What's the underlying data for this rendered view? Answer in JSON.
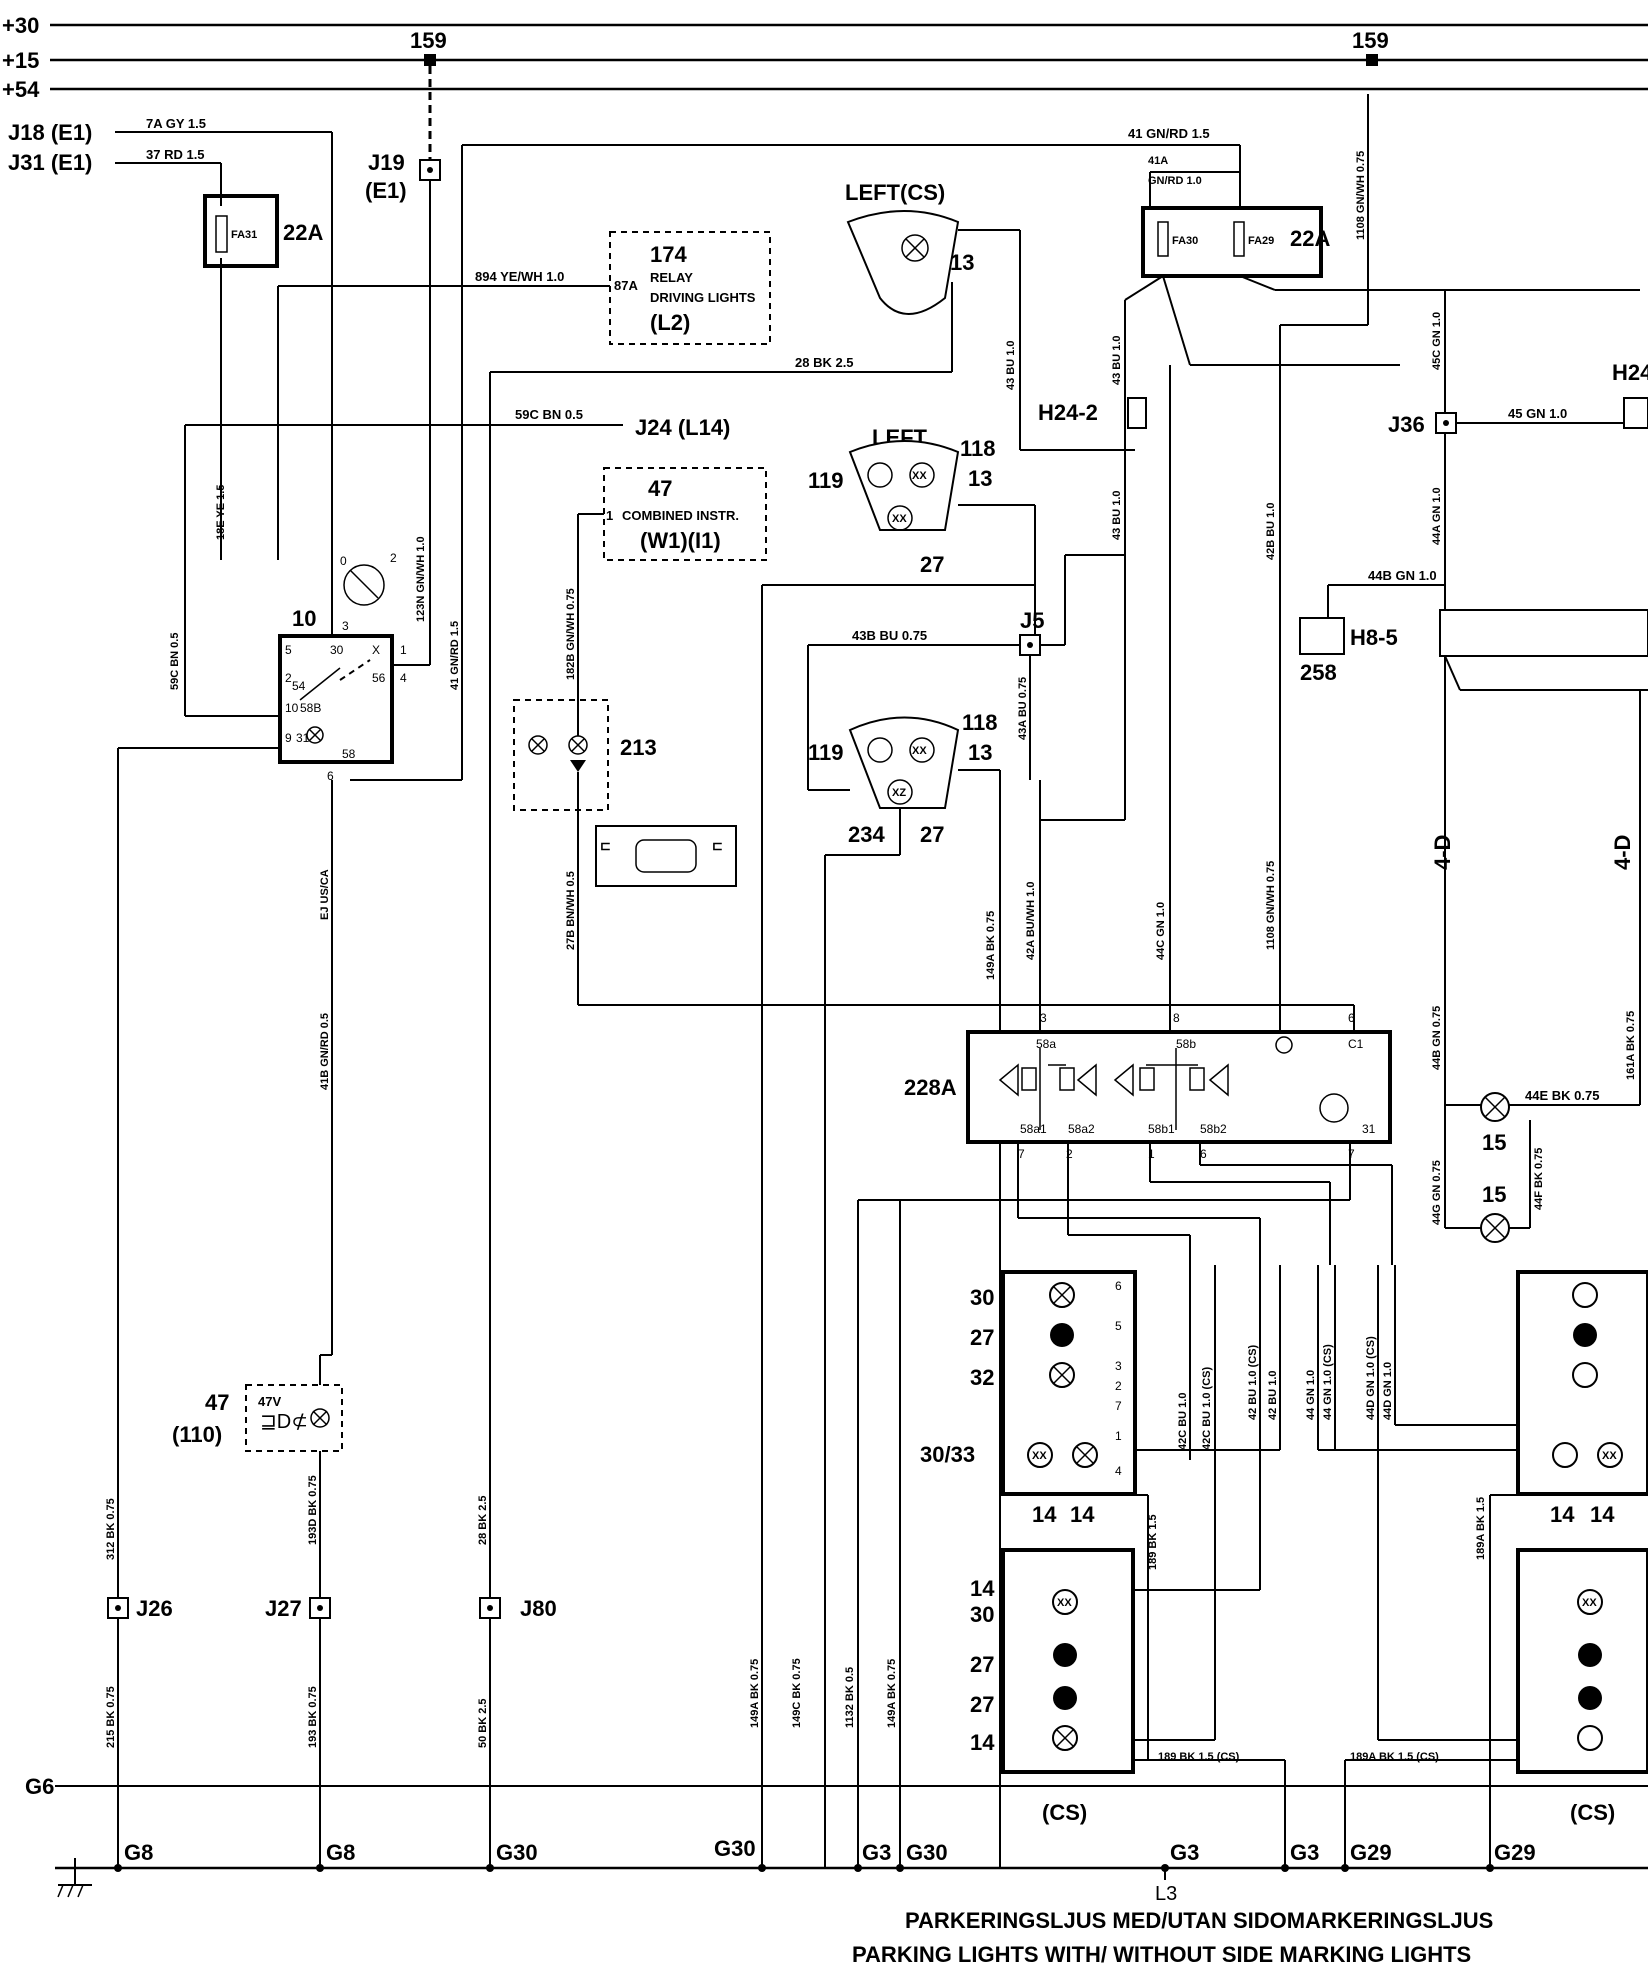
{
  "buses": {
    "b30": "+30",
    "b15": "+15",
    "b54": "+54"
  },
  "top_refs": {
    "left": "159",
    "right": "159"
  },
  "connectors": {
    "j18": "J18 (E1)",
    "j31": "J31 (E1)",
    "j19": "J19",
    "j19e": "(E1)",
    "j24": "J24 (L14)",
    "j36": "J36",
    "j5": "J5",
    "h24_2": "H24-2",
    "h24": "H24",
    "h8_5": "H8-5",
    "n258": "258",
    "j26": "J26",
    "j27": "J27",
    "j80": "J80",
    "g6": "G6"
  },
  "components": {
    "fa31": "FA31",
    "fa31_amp": "22A",
    "fa30": "FA30",
    "fa29": "FA29",
    "fa2930_amp": "22A",
    "relay_num": "174",
    "relay_pin": "87A",
    "relay_l1": "RELAY",
    "relay_l2": "DRIVING LIGHTS",
    "relay_loc": "(L2)",
    "instr_num": "47",
    "instr_pin": "1",
    "instr_name": "COMBINED INSTR.",
    "instr_loc": "(W1)(I1)",
    "sw_num": "10",
    "n213": "213",
    "n228a": "228A",
    "left_cs": "LEFT(CS)",
    "left": "LEFT",
    "n13": "13",
    "n118": "118",
    "n119": "119",
    "n27": "27",
    "n234": "234",
    "n15": "15",
    "n47v": "47V",
    "n47": "47",
    "n110": "(110)",
    "fd_dash": "4-D",
    "lamp_30": "30",
    "lamp_27": "27",
    "lamp_32": "32",
    "lamp_3033": "30/33",
    "lamp_14": "14",
    "lamp_1430": "30",
    "cs": "(CS)"
  },
  "wires": {
    "w7a": "7A GY 1.5",
    "w37": "37 RD 1.5",
    "w894": "894 YE/WH 1.0",
    "w28": "28 BK 2.5",
    "w59c": "59C BN 0.5",
    "w41": "41 GN/RD 1.5",
    "w41a": "41A",
    "w41a2": "GN/RD 1.0",
    "w45": "45 GN 1.0",
    "w44b": "44B GN 1.0",
    "w43b": "43B BU 0.75",
    "w44e": "44E BK 0.75",
    "w189": "189 BK 1.5 (CS)",
    "w189a": "189A BK 1.5 (CS)"
  },
  "vlabels": {
    "v1108": "1108 GN/WH 0.75",
    "v43a": "43 BU 1.0",
    "v43b": "43 BU 1.0",
    "v43c": "43 BU 1.0",
    "v45c": "45C GN 1.0",
    "v44a": "44A GN 1.0",
    "v42b": "42B BU 1.0",
    "v18e": "18E YE 1.5",
    "v59b": "59C BN 0.5",
    "v123": "123N GN/WH 1.0",
    "v41n": "41 GN/RD 1.5",
    "v182b": "182B GN/WH 0.75",
    "v27b": "27B BN/WH 0.5",
    "v43a2": "43A BU 0.75",
    "v41b": "41B GN/RD 0.5",
    "vej": "EJ US/CA",
    "v149a": "149A BK 0.75",
    "v42a": "42A BU/WH 1.0",
    "v44c": "44C GN 1.0",
    "v1108b": "1108 GN/WH 0.75",
    "v44b": "44B GN 0.75",
    "v161a": "161A BK 0.75",
    "v44g": "44G GN 0.75",
    "v44f": "44F BK 0.75",
    "v42c": "42C BU 1.0",
    "v42cs": "42C BU 1.0 (CS)",
    "v42": "42 BU 1.0 (CS)",
    "v42x": "42 BU 1.0",
    "v44": "44 GN 1.0",
    "v44cs": "44 GN 1.0 (CS)",
    "v44d": "44D GN 1.0 (CS)",
    "v44dx": "44D GN 1.0",
    "v189v": "189 BK 1.5",
    "v189av": "189A BK 1.5",
    "v312": "312 BK 0.75",
    "v193d": "193D BK 0.75",
    "v28v": "28 BK 2.5",
    "v215": "215 BK 0.75",
    "v193": "193 BK 0.75",
    "v50": "50 BK 2.5",
    "v149a2": "149A BK 0.75",
    "v149c": "149C BK 0.75",
    "v1132": "1132 BK 0.5",
    "v149a3": "149A BK 0.75"
  },
  "grounds": {
    "g8a": "G8",
    "g8b": "G8",
    "g30a": "G30",
    "g30b": "G30",
    "g30c": "G30",
    "g3a": "G3",
    "g3b": "G3",
    "g3c": "G3",
    "g29a": "G29",
    "g29b": "G29",
    "l3": "L3"
  },
  "caption": {
    "line1": "PARKERINGSLJUS MED/UTAN SIDOMARKERINGSLJUS",
    "line2": "PARKING LIGHTS WITH/ WITHOUT SIDE MARKING LIGHTS"
  }
}
